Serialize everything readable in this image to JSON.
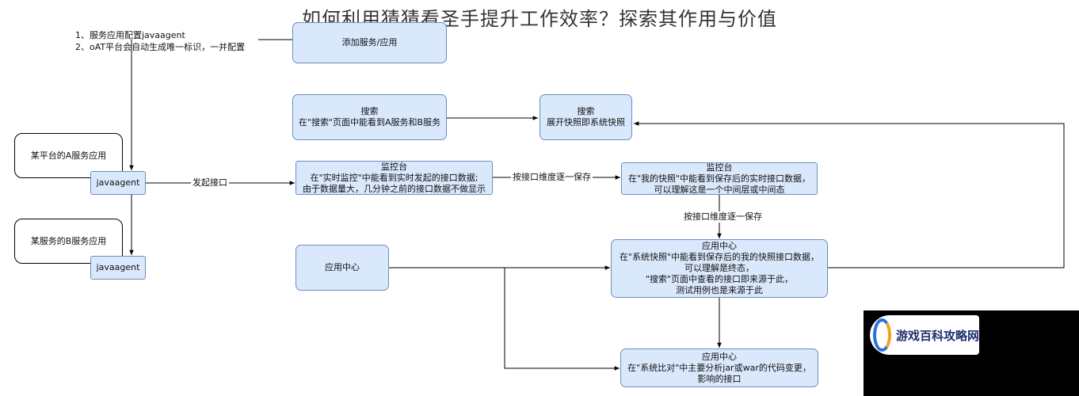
{
  "title": "如何利用猜猜看圣手提升工作效率？探索其作用与价值",
  "note": {
    "lines": [
      "1、服务应用配置javaagent",
      "2、oAT平台会自动生成唯一标识，一并配置"
    ]
  },
  "nodes": {
    "add_service": {
      "lines": [
        "添加服务/应用"
      ]
    },
    "platform_a": {
      "lines": [
        "某平台的A服务应用"
      ]
    },
    "javaagent_a": {
      "lines": [
        "javaagent"
      ]
    },
    "service_b": {
      "lines": [
        "某服务的B服务应用"
      ]
    },
    "javaagent_b": {
      "lines": [
        "javaagent"
      ]
    },
    "search_left": {
      "lines": [
        "搜索",
        "在\"搜索\"页面中能看到A服务和B服务"
      ]
    },
    "search_right": {
      "lines": [
        "搜索",
        "展开快照即系统快照"
      ]
    },
    "monitor_left": {
      "lines": [
        "监控台",
        "在\"实时监控\"中能看到实时发起的接口数据;",
        "由于数据量大，几分钟之前的接口数据不做显示"
      ]
    },
    "monitor_right": {
      "lines": [
        "监控台",
        "在\"我的快照\"中能看到保存后的实时接口数据，",
        "可以理解这是一个中间层或中间态"
      ]
    },
    "app_center_left": {
      "lines": [
        "应用中心"
      ]
    },
    "app_center_mid": {
      "lines": [
        "应用中心",
        "在\"系统快照\"中能看到保存后的我的快照接口数据，",
        "可以理解是终态，",
        "\"搜索\"页面中查看的接口即来源于此，",
        "测试用例也是来源于此"
      ]
    },
    "app_center_bottom": {
      "lines": [
        "应用中心",
        "在\"系统比对\"中主要分析jar或war的代码变更，",
        "影响的接口"
      ]
    }
  },
  "edge_labels": {
    "send_api": "发起接口",
    "save_by_api_1": "按接口维度逐一保存",
    "save_by_api_2": "按接口维度逐一保存"
  },
  "watermark": {
    "text": "游戏百科攻略网"
  },
  "colors": {
    "node_fill": "#dae8fc",
    "node_border": "#6c8ebf",
    "edge": "#000000",
    "watermark_bg": "#000000"
  }
}
